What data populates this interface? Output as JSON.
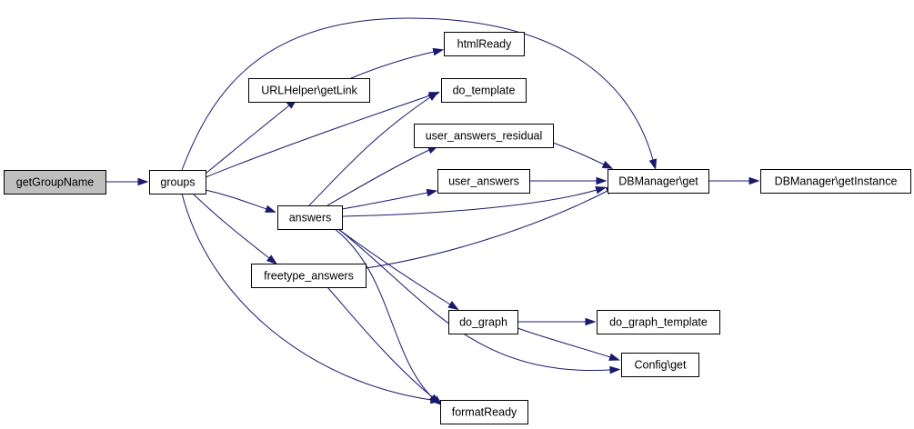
{
  "graph": {
    "kind": "call-graph",
    "colors": {
      "edge": "#191970",
      "root_fill": "#bfbfbf",
      "node_fill": "#ffffff",
      "node_border": "#000000"
    },
    "nodes": [
      {
        "id": "getGroupName",
        "label": "getGroupName",
        "root": true
      },
      {
        "id": "groups",
        "label": "groups"
      },
      {
        "id": "URLHelper_getLink",
        "label": "URLHelper\\getLink"
      },
      {
        "id": "htmlReady",
        "label": "htmlReady"
      },
      {
        "id": "do_template",
        "label": "do_template"
      },
      {
        "id": "user_answers_residual",
        "label": "user_answers_residual"
      },
      {
        "id": "user_answers",
        "label": "user_answers"
      },
      {
        "id": "answers",
        "label": "answers"
      },
      {
        "id": "freetype_answers",
        "label": "freetype_answers"
      },
      {
        "id": "DBManager_get",
        "label": "DBManager\\get"
      },
      {
        "id": "DBManager_getInstance",
        "label": "DBManager\\getInstance"
      },
      {
        "id": "do_graph",
        "label": "do_graph"
      },
      {
        "id": "do_graph_template",
        "label": "do_graph_template"
      },
      {
        "id": "Config_get",
        "label": "Config\\get"
      },
      {
        "id": "formatReady",
        "label": "formatReady"
      }
    ],
    "edges": [
      {
        "from": "getGroupName",
        "to": "groups"
      },
      {
        "from": "groups",
        "to": "URLHelper_getLink"
      },
      {
        "from": "groups",
        "to": "do_template"
      },
      {
        "from": "groups",
        "to": "DBManager_get"
      },
      {
        "from": "groups",
        "to": "answers"
      },
      {
        "from": "groups",
        "to": "freetype_answers"
      },
      {
        "from": "groups",
        "to": "formatReady"
      },
      {
        "from": "URLHelper_getLink",
        "to": "htmlReady"
      },
      {
        "from": "answers",
        "to": "do_template"
      },
      {
        "from": "answers",
        "to": "user_answers_residual"
      },
      {
        "from": "answers",
        "to": "user_answers"
      },
      {
        "from": "answers",
        "to": "DBManager_get"
      },
      {
        "from": "answers",
        "to": "do_graph"
      },
      {
        "from": "answers",
        "to": "Config_get"
      },
      {
        "from": "answers",
        "to": "formatReady"
      },
      {
        "from": "user_answers_residual",
        "to": "DBManager_get"
      },
      {
        "from": "user_answers",
        "to": "DBManager_get"
      },
      {
        "from": "freetype_answers",
        "to": "DBManager_get"
      },
      {
        "from": "freetype_answers",
        "to": "formatReady"
      },
      {
        "from": "DBManager_get",
        "to": "DBManager_getInstance"
      },
      {
        "from": "do_graph",
        "to": "do_graph_template"
      },
      {
        "from": "do_graph",
        "to": "Config_get"
      }
    ]
  }
}
